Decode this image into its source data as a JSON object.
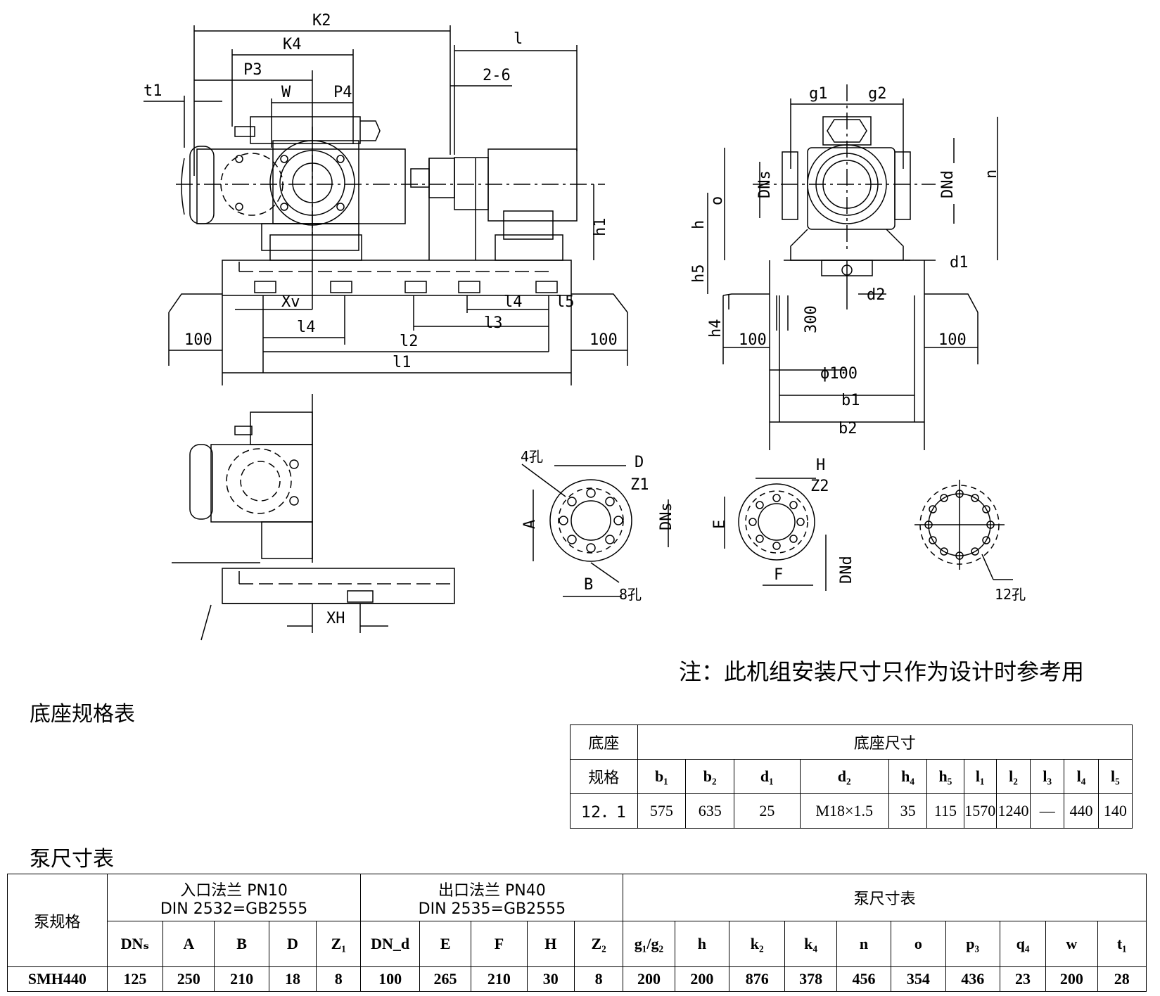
{
  "drawing_labels": {
    "K2": "K2",
    "K4": "K4",
    "P3": "P3",
    "P4": "P4",
    "W": "W",
    "t1": "t1",
    "l": "l",
    "two_six": "2-6",
    "h1": "h1",
    "Xv": "Xv",
    "l4a": "l4",
    "l4b": "l4",
    "l3": "l3",
    "l2": "l2",
    "l1": "l1",
    "l5": "l5",
    "hundred_1": "100",
    "hundred_2": "100",
    "hundred_3": "100",
    "hundred_4": "100",
    "g1": "g1",
    "g2": "g2",
    "DNs": "DNs",
    "DNd": "DNd",
    "n": "n",
    "o": "o",
    "h": "h",
    "h5": "h5",
    "h4": "h4",
    "d1": "d1",
    "d2": "d2",
    "three_hundred": "300",
    "phi100": "ϕ100",
    "b1": "b1",
    "b2": "b2",
    "XH": "XH",
    "holes4": "4孔",
    "holes8": "8孔",
    "holes12": "12孔",
    "D": "D",
    "Z1": "Z1",
    "A": "A",
    "B": "B",
    "DNs2": "DNs",
    "H": "H",
    "Z2": "Z2",
    "E": "E",
    "F": "F",
    "DNd2": "DNd"
  },
  "note": "注：此机组安装尺寸只作为设计时参考用",
  "base_table": {
    "title": "底座规格表",
    "spec_header_1": "底座",
    "spec_header_2": "规格",
    "group_header": "底座尺寸",
    "columns": [
      "b₁",
      "b₂",
      "d₁",
      "d₂",
      "h₄",
      "h₅",
      "l₁",
      "l₂",
      "l₃",
      "l₄",
      "l₅"
    ],
    "rows": [
      {
        "spec": "12．1",
        "values": [
          "575",
          "635",
          "25",
          "M18×1.5",
          "35",
          "115",
          "1570",
          "1240",
          "—",
          "440",
          "140"
        ]
      }
    ]
  },
  "pump_table": {
    "title": "泵尺寸表",
    "spec_header": "泵规格",
    "inlet_header_1": "入口法兰 PN10",
    "inlet_header_2": "DIN 2532=GB2555",
    "outlet_header_1": "出口法兰 PN40",
    "outlet_header_2": "DIN 2535=GB2555",
    "dims_header": "泵尺寸表",
    "columns": [
      "DNₛ",
      "A",
      "B",
      "D",
      "Z₁",
      "DN_d",
      "E",
      "F",
      "H",
      "Z₂",
      "g₁/g₂",
      "h",
      "k₂",
      "k₄",
      "n",
      "o",
      "p₃",
      "q₄",
      "w",
      "t₁"
    ],
    "rows": [
      {
        "spec": "SMH440",
        "values": [
          "125",
          "250",
          "210",
          "18",
          "8",
          "100",
          "265",
          "210",
          "30",
          "8",
          "200",
          "200",
          "876",
          "378",
          "456",
          "354",
          "436",
          "23",
          "200",
          "28"
        ]
      }
    ]
  }
}
